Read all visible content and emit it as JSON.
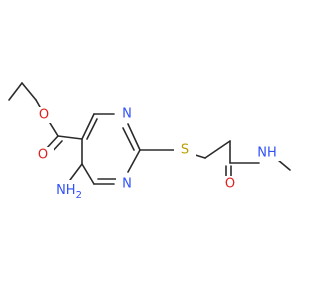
{
  "colors": {
    "carbon": "#2b2b2b",
    "oxygen": "#e02020",
    "nitrogen": "#3050f8",
    "sulfur": "#b8a000"
  },
  "atoms": {
    "ester_o_single": "O",
    "ester_o_double": "O",
    "ring_n_top": "N",
    "ring_n_bottom": "N",
    "amino": "NH",
    "amino_sub": "2",
    "sulfur": "S",
    "amide_o": "O",
    "amide_nh": "NH",
    "acetamide_o": "O",
    "acetamide_nh": "NH"
  }
}
